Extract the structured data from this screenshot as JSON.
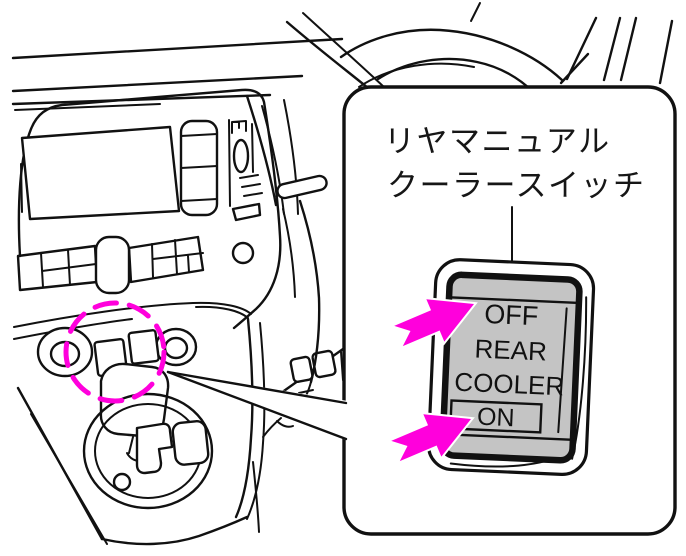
{
  "figure": {
    "callout": {
      "label_line1": "リヤマニュアル",
      "label_line2": "クーラースイッチ"
    },
    "switch": {
      "off": "OFF",
      "rear": "REAR",
      "cooler": "COOLER",
      "on": "ON"
    },
    "icons": [
      "press-arrow-icon",
      "highlight-dashed-circle-icon",
      "leader-dot-icon"
    ],
    "colors": {
      "highlight": "#FF00DC",
      "switch_face": "#C4C4C4",
      "line": "#111111",
      "background": "#FFFFFF"
    }
  }
}
